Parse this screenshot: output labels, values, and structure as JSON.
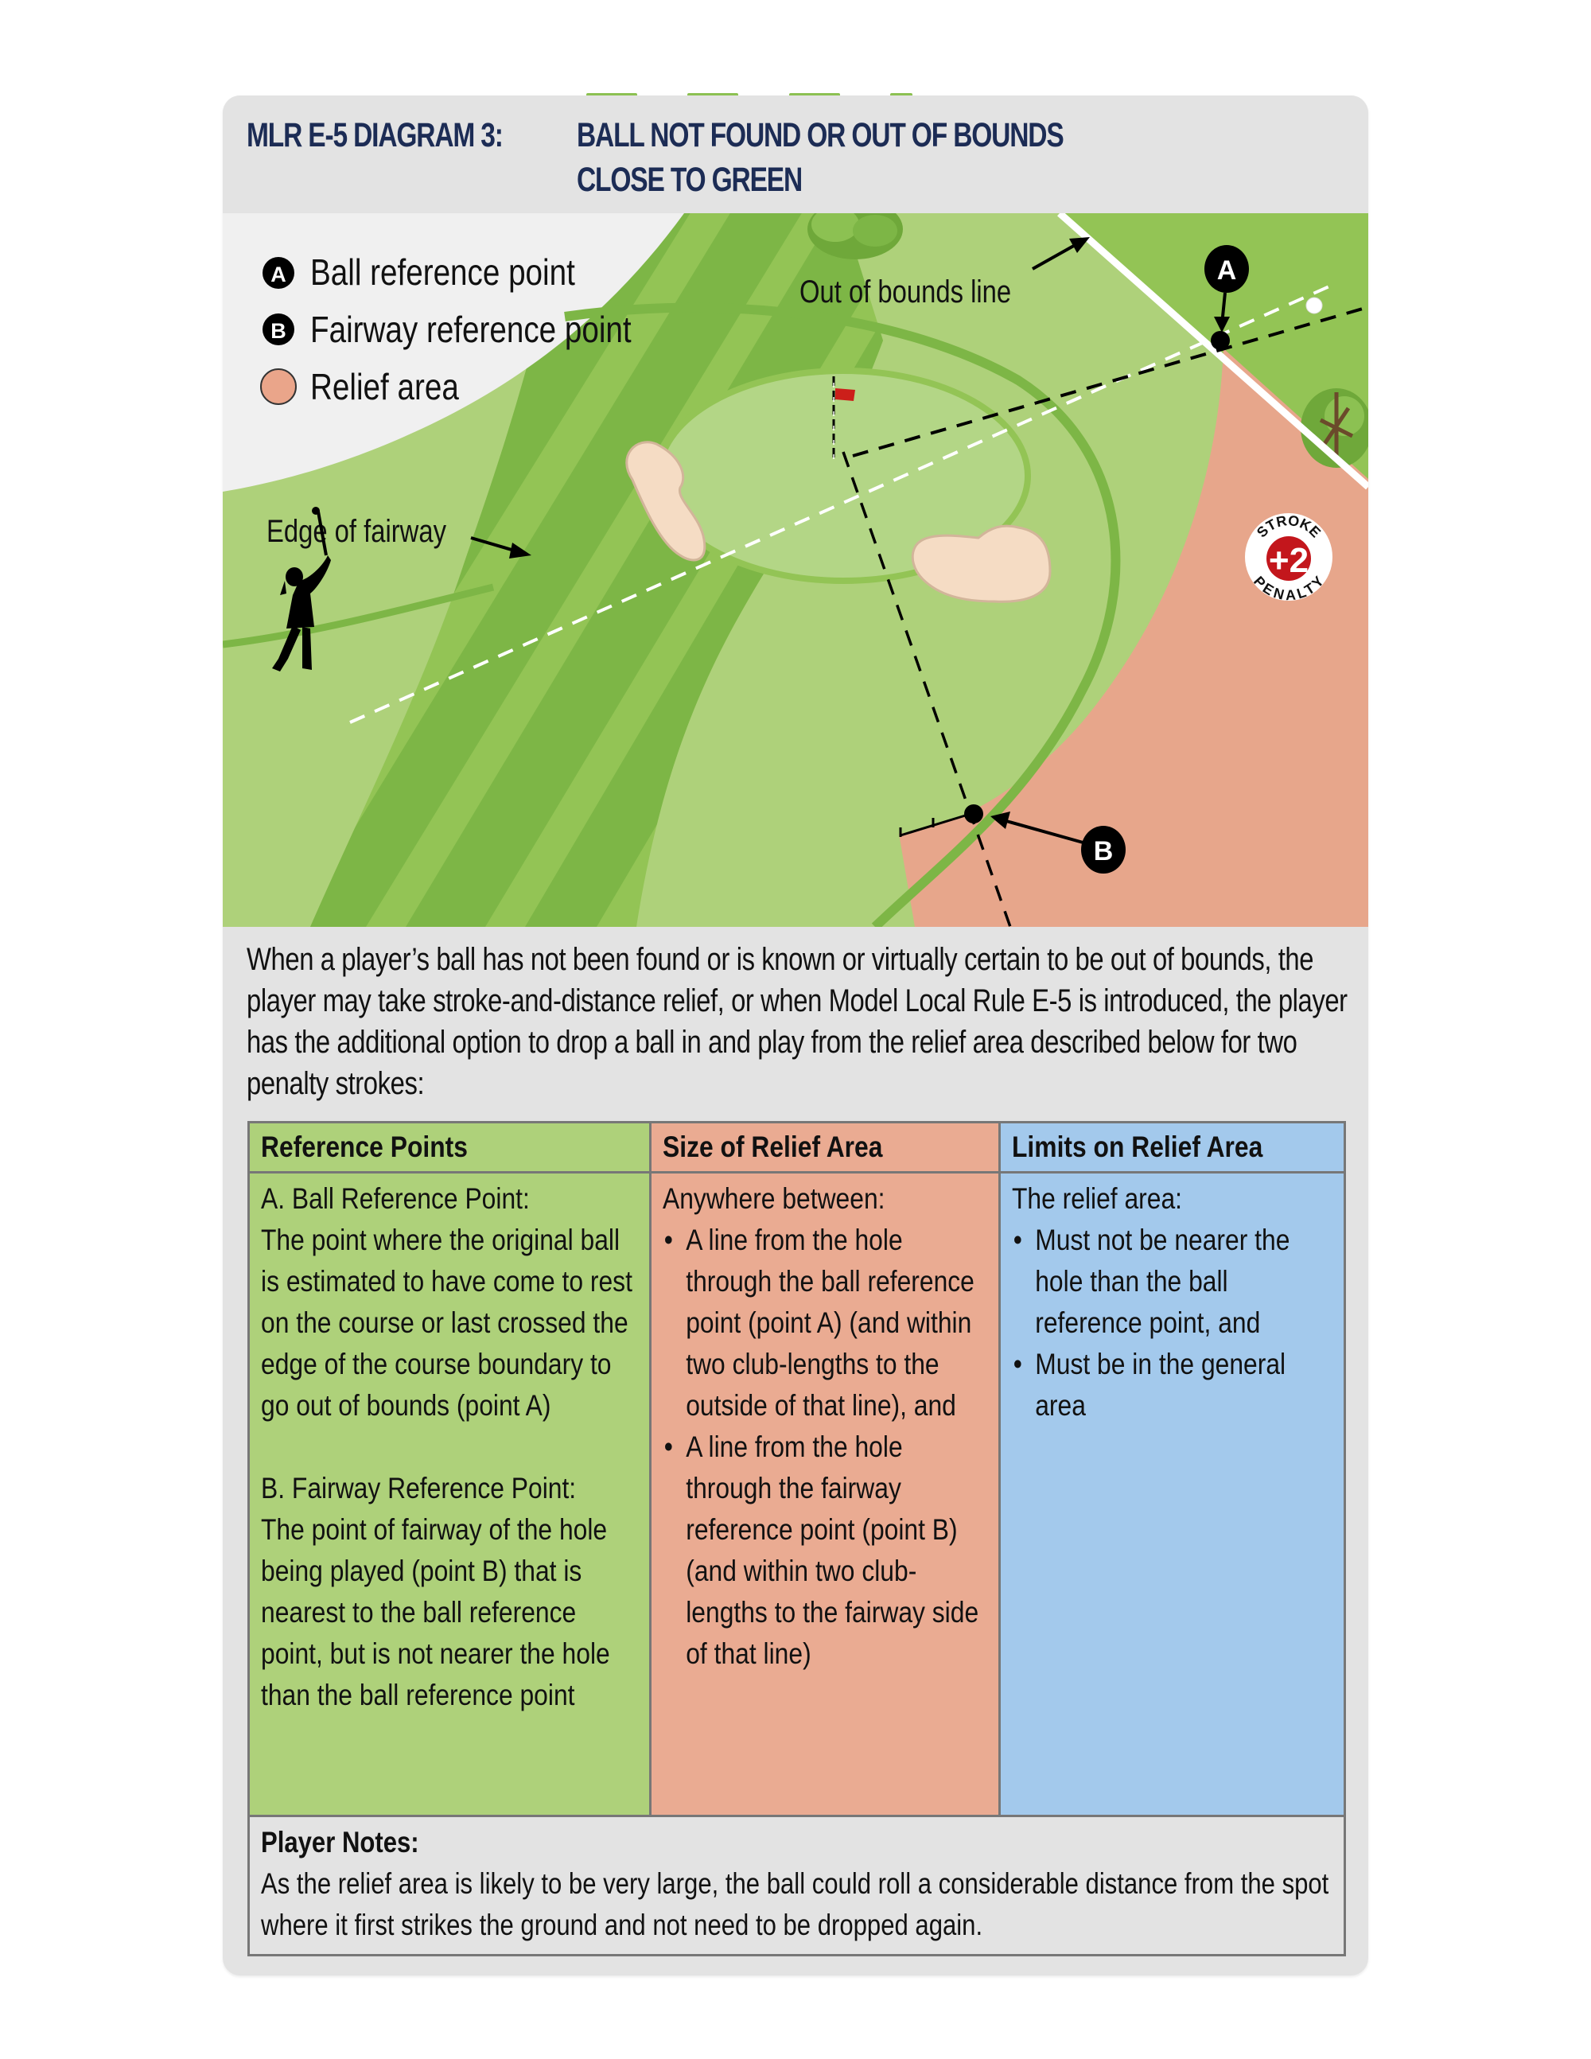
{
  "header": {
    "prefix": "MLR E-5 DIAGRAM 3:",
    "title_line1": "BALL NOT FOUND OR OUT OF BOUNDS",
    "title_line2": "CLOSE TO GREEN"
  },
  "legend": {
    "items": [
      {
        "marker": "A",
        "label": "Ball reference point",
        "icon": "point-a-marker-icon"
      },
      {
        "marker": "B",
        "label": "Fairway reference point",
        "icon": "point-b-marker-icon"
      },
      {
        "marker": "",
        "label": "Relief area",
        "icon": "relief-area-swatch-icon",
        "color": "#eaa58a"
      }
    ]
  },
  "diagram": {
    "labels": {
      "out_of_bounds_line": "Out of bounds line",
      "edge_of_fairway": "Edge of fairway",
      "marker_a": "A",
      "marker_b": "B"
    },
    "penalty_badge": {
      "top_text": "STROKE",
      "value": "+2",
      "bottom_text": "PENALTY"
    },
    "colors": {
      "rough": "#aed17a",
      "fairway_light": "#93c455",
      "fairway_dark": "#7db646",
      "green": "#b3d686",
      "relief_area": "#e7a68b",
      "bunker": "#f5dcc4",
      "flag": "#cc1f1a",
      "out_of_play": "#f0f0f0"
    }
  },
  "intro": {
    "text": "When a player’s ball has not been found or is known or virtually certain to be out of bounds, the player may take stroke-and-distance relief, or when Model Local Rule E-5 is introduced, the player has the additional option to drop a ball in and play from the relief area described below for two penalty strokes:"
  },
  "table": {
    "columns": [
      {
        "header": "Reference Points",
        "color": "#aed17a"
      },
      {
        "header": "Size of Relief Area",
        "color": "#eaab92"
      },
      {
        "header": "Limits on Relief Area",
        "color": "#a3c9ec"
      }
    ],
    "reference_points": {
      "a_title": "A. Ball Reference Point:",
      "a_text": "The point where the original ball is estimated to have come to rest on the course or last crossed the edge of the course boundary to go out of bounds (point A)",
      "b_title": "B. Fairway Reference Point:",
      "b_text": "The point of fairway of the hole being played (point B) that is nearest to the ball reference point, but is not nearer the hole than the ball reference point"
    },
    "size_of_relief_area": {
      "intro": "Anywhere between:",
      "bullets": [
        "A line from the hole through the ball reference point (point A) (and within two club-lengths to the outside of that line), and",
        "A line from the hole through the fairway reference point (point B) (and within two club-lengths to the fairway side of that line)"
      ]
    },
    "limits_on_relief_area": {
      "intro": "The relief area:",
      "bullets": [
        "Must not be nearer the hole than the ball reference point, and",
        "Must be in the general area"
      ]
    },
    "player_notes": {
      "title": "Player Notes:",
      "text": "As the relief area is likely to be very large, the ball could roll a considerable distance from the spot where it first strikes the ground and not need to be dropped again."
    }
  }
}
